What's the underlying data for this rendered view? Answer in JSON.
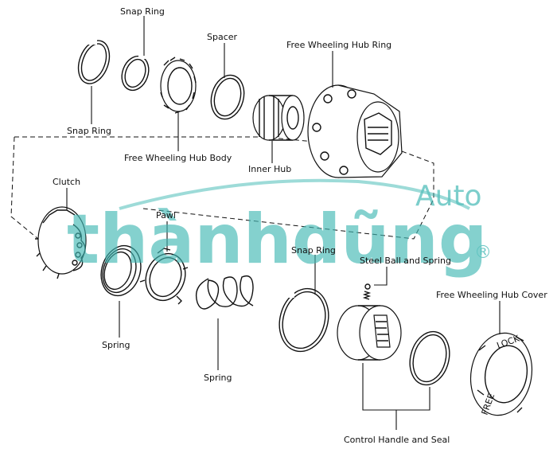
{
  "labels": {
    "snap_ring_top": "Snap Ring",
    "spacer": "Spacer",
    "free_wheeling_hub_ring": "Free Wheeling Hub Ring",
    "snap_ring_left": "Snap Ring",
    "free_wheeling_hub_body": "Free Wheeling Hub Body",
    "inner_hub": "Inner Hub",
    "clutch": "Clutch",
    "pawl": "Pawl",
    "snap_ring_mid": "Snap Ring",
    "steel_ball_and_spring": "Steel Ball and Spring",
    "free_wheeling_hub_cover": "Free Wheeling Hub Cover",
    "spring_left": "Spring",
    "spring_mid": "Spring",
    "control_handle_and_seal": "Control Handle and Seal"
  },
  "watermark": {
    "brand": "thànhdũng",
    "suffix": "Auto",
    "registered": "®",
    "color": "#3fb7b3"
  },
  "part_marks": {
    "lock_text": "LOCK",
    "free_text": "FREE"
  }
}
